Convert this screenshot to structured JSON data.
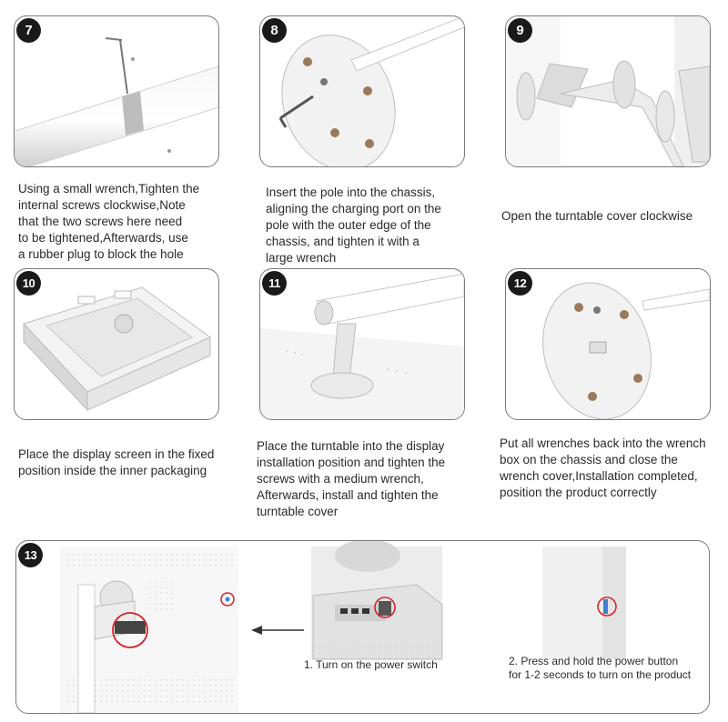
{
  "steps": [
    {
      "number": "7",
      "caption": [
        "Using a small wrench,Tighten the",
        "internal screws clockwise,Note",
        "that the two screws here need",
        "to be tightened,Afterwards, use",
        "a rubber plug to block the hole"
      ]
    },
    {
      "number": "8",
      "caption": [
        "Insert the pole into the chassis,",
        "aligning the charging port on the",
        "pole with the outer edge of the",
        "chassis, and tighten it with a",
        "large wrench"
      ]
    },
    {
      "number": "9",
      "caption": [
        "Open the turntable cover clockwise"
      ]
    },
    {
      "number": "10",
      "caption": [
        "Place the display screen in the fixed",
        "position inside the inner packaging"
      ]
    },
    {
      "number": "11",
      "caption": [
        "Place the turntable into the display",
        "installation position and tighten the",
        "screws with a medium wrench,",
        "Afterwards, install and tighten the",
        "turntable cover"
      ]
    },
    {
      "number": "12",
      "caption": [
        "Put all wrenches back into the wrench",
        "box on the chassis and close the",
        "wrench cover,Installation completed,",
        "position the product correctly"
      ]
    }
  ],
  "step13": {
    "number": "13",
    "sub1": "1. Turn on the power switch",
    "sub2": [
      "2. Press and hold the power button",
      "for 1-2 seconds to turn on the product"
    ]
  }
}
